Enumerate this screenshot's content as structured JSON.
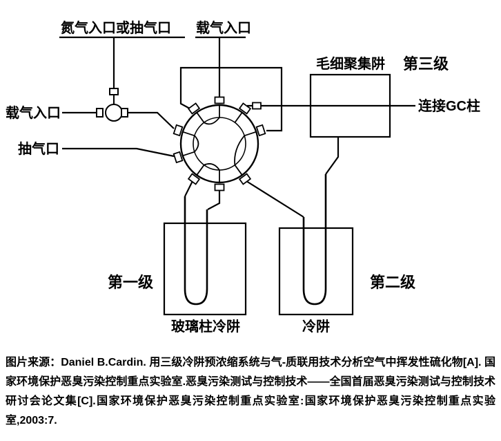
{
  "diagram": {
    "labels": {
      "nitrogen_inlet": "氮气入口或抽气口",
      "carrier_inlet_top": "载气入口",
      "carrier_inlet_left": "载气入口",
      "pump_port": "抽气口",
      "capillary_trap": "毛细聚集阱",
      "gc_column": "连接GC柱",
      "glass_column_trap": "玻璃柱冷阱",
      "cold_trap": "冷阱"
    },
    "stages": {
      "stage1": "第一级",
      "stage2": "第二级",
      "stage3": "第三级",
      "color": "#ff0000"
    },
    "line_color": "#000000"
  },
  "caption": {
    "text": "图片来源：Daniel B.Cardin. 用三级冷阱预浓缩系统与气-质联用技术分析空气中挥发性硫化物[A]. 国家环境保护恶臭污染控制重点实验室.恶臭污染测试与控制技术——全国首届恶臭污染测试与控制技术研讨会论文集[C].国家环境保护恶臭污染控制重点实验室:国家环境保护恶臭污染控制重点实验室,2003:7."
  }
}
